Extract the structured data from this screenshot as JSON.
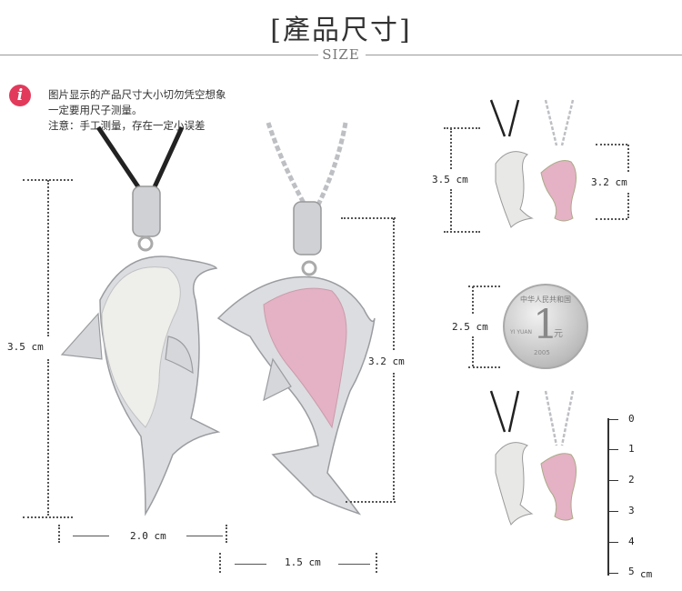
{
  "header": {
    "title": "[產品尺寸]",
    "subtitle": "SIZE"
  },
  "notes": {
    "icon": "info-icon",
    "lines": [
      "图片显示的产品尺寸大小切勿凭空想象",
      "一定要用尺子测量。",
      "注意：手工测量，存在一定小误差"
    ]
  },
  "main": {
    "height_white": "3.5 cm",
    "height_pink": "3.2 cm",
    "width_white": "2.0 cm",
    "width_pink": "1.5 cm"
  },
  "top_thumb": {
    "height_white": "3.5 cm",
    "height_pink": "3.2 cm"
  },
  "coin": {
    "size": "2.5 cm",
    "top_text": "中华人民共和国",
    "digit": "1",
    "unit": "元",
    "pinyin": "YI YUAN",
    "year": "2005"
  },
  "ruler": {
    "labels": [
      "0",
      "1",
      "2",
      "3",
      "4",
      "5"
    ],
    "unit": "cm"
  },
  "colors": {
    "white_stone": "#eeeeea",
    "pink_stone": "#e4b2c4",
    "silver": "#d6d7da",
    "accent": "#e23a5b"
  }
}
